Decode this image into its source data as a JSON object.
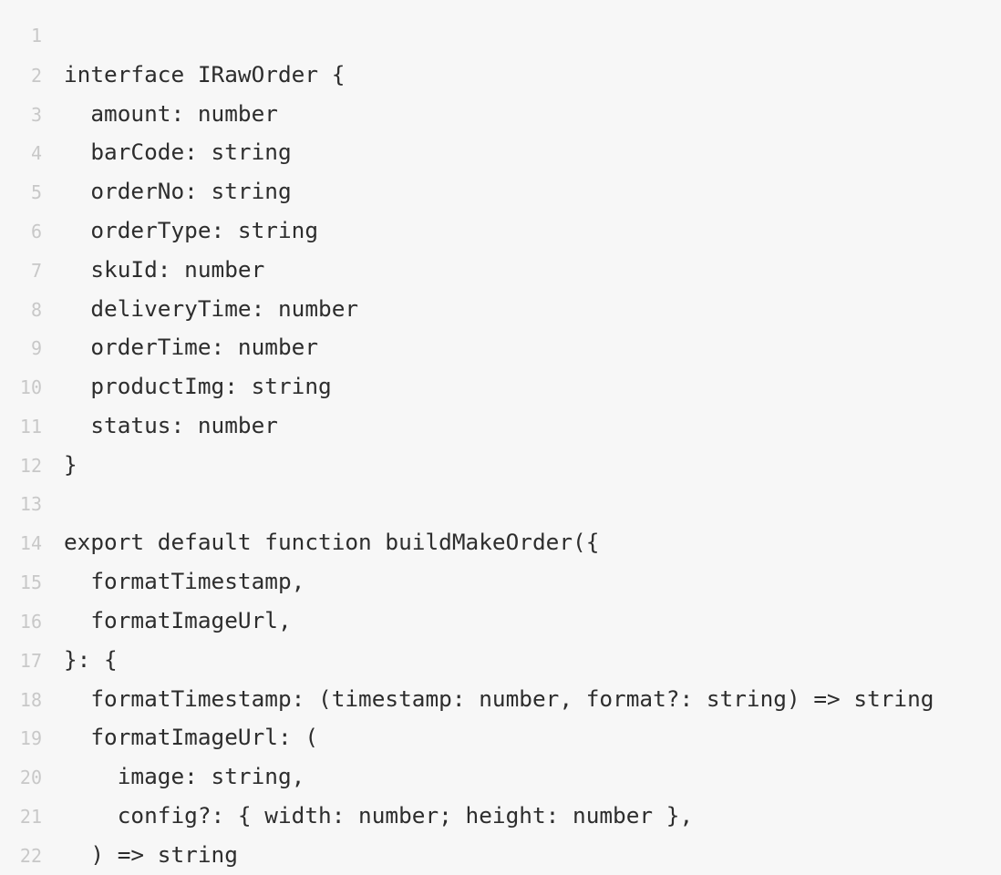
{
  "editor": {
    "background_color": "#f7f7f7",
    "text_color": "#2d2d2d",
    "line_number_color": "#c8c8c8",
    "language": "typescript",
    "syntax_highlighting": "none"
  },
  "code": {
    "lines": [
      {
        "number": "1",
        "text": ""
      },
      {
        "number": "2",
        "text": "interface IRawOrder {"
      },
      {
        "number": "3",
        "text": "  amount: number"
      },
      {
        "number": "4",
        "text": "  barCode: string"
      },
      {
        "number": "5",
        "text": "  orderNo: string"
      },
      {
        "number": "6",
        "text": "  orderType: string"
      },
      {
        "number": "7",
        "text": "  skuId: number"
      },
      {
        "number": "8",
        "text": "  deliveryTime: number"
      },
      {
        "number": "9",
        "text": "  orderTime: number"
      },
      {
        "number": "10",
        "text": "  productImg: string"
      },
      {
        "number": "11",
        "text": "  status: number"
      },
      {
        "number": "12",
        "text": "}"
      },
      {
        "number": "13",
        "text": ""
      },
      {
        "number": "14",
        "text": "export default function buildMakeOrder({"
      },
      {
        "number": "15",
        "text": "  formatTimestamp,"
      },
      {
        "number": "16",
        "text": "  formatImageUrl,"
      },
      {
        "number": "17",
        "text": "}: {"
      },
      {
        "number": "18",
        "text": "  formatTimestamp: (timestamp: number, format?: string) => string"
      },
      {
        "number": "19",
        "text": "  formatImageUrl: ("
      },
      {
        "number": "20",
        "text": "    image: string,"
      },
      {
        "number": "21",
        "text": "    config?: { width: number; height: number },"
      },
      {
        "number": "22",
        "text": "  ) => string"
      }
    ]
  }
}
